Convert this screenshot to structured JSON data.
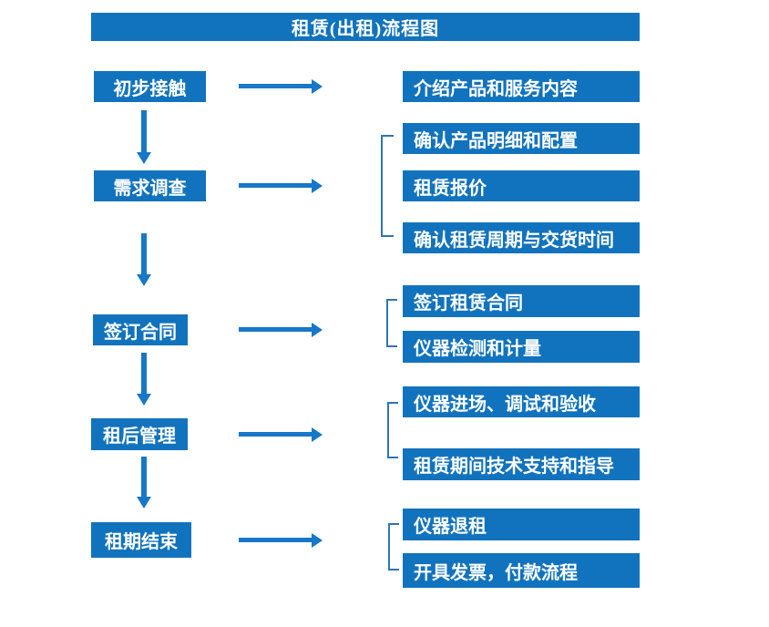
{
  "title": "租赁(出租)流程图",
  "colors": {
    "box_blue": "#1173BE",
    "arrow_blue": "#1777C8",
    "bracket_blue": "#2E75B6",
    "text_white": "#FFFFFF"
  },
  "left_steps": [
    "初步接触",
    "需求调查",
    "签订合同",
    "租后管理",
    "租期结束"
  ],
  "right_items": [
    "介绍产品和服务内容",
    "确认产品明细和配置",
    "租赁报价",
    "确认租赁周期与交货时间",
    "签订租赁合同",
    "仪器检测和计量",
    "仪器进场、调试和验收",
    "租赁期间技术支持和指导",
    "仪器退租",
    "开具发票，付款流程"
  ]
}
